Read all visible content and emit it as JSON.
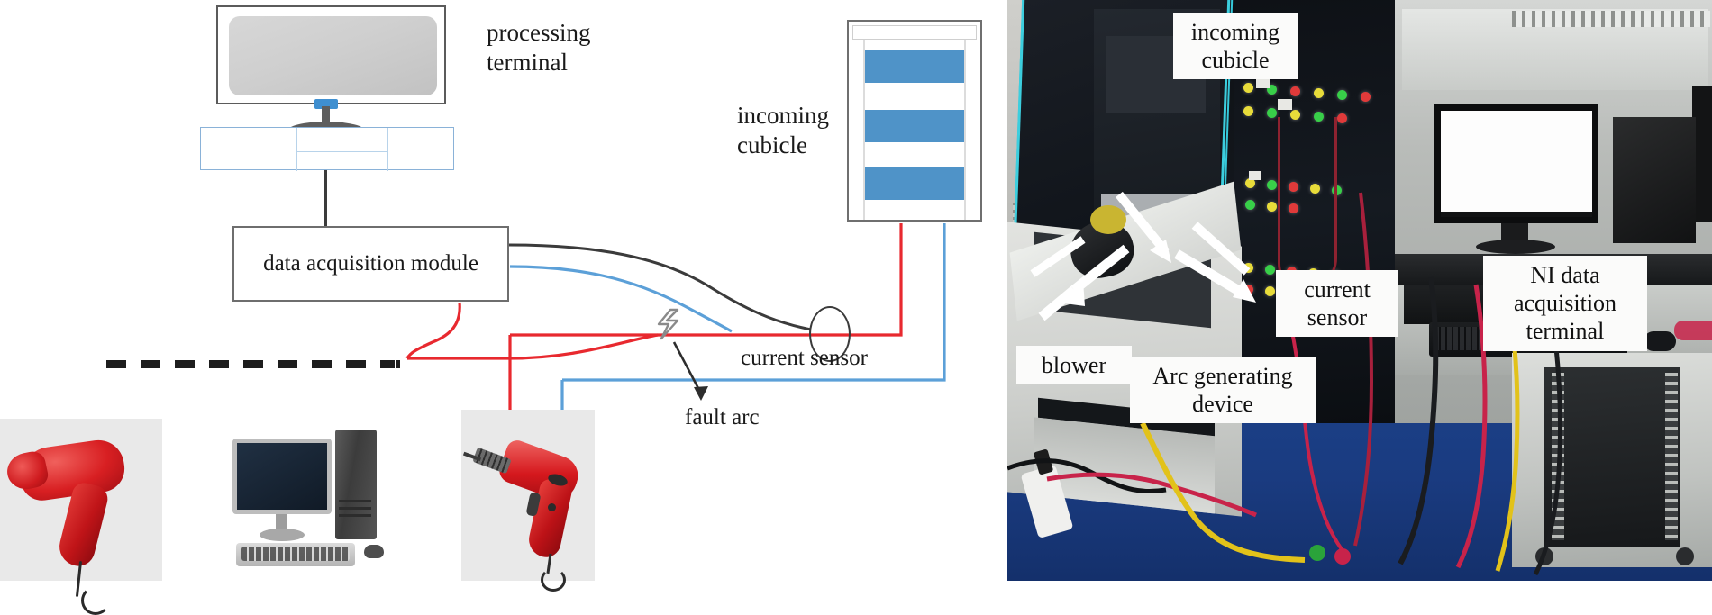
{
  "figure": {
    "type": "experimental-setup-diagram",
    "panels": [
      "schematic",
      "photograph"
    ]
  },
  "schematic": {
    "labels": {
      "processing_terminal": "processing\nterminal",
      "incoming_cubicle": "incoming\ncubicle",
      "data_acquisition_module": "data acquisition module",
      "current_sensor": "current sensor",
      "fault_arc": "fault arc"
    },
    "devices": [
      {
        "name": "hair-dryer",
        "label": ""
      },
      {
        "name": "desktop-computer",
        "label": ""
      },
      {
        "name": "electric-drill",
        "label": ""
      }
    ],
    "wire_colors": {
      "signal_black": "#3b3b3b",
      "live_red": "#e8292f",
      "neutral_blue": "#5ca0d8",
      "cubicle_bar": "#4f93c8",
      "desk_outline": "#8ab2d8"
    }
  },
  "photograph": {
    "callouts": [
      {
        "id": "incoming-cubicle",
        "text": "incoming\ncubicle"
      },
      {
        "id": "blower",
        "text": "blower"
      },
      {
        "id": "current-sensor",
        "text": "current\nsensor"
      },
      {
        "id": "arc-generating-device",
        "text": "Arc generating\ndevice"
      },
      {
        "id": "ni-data-acquisition-terminal",
        "text": "NI data\nacquisition\nterminal"
      }
    ],
    "scene_colors": {
      "floor_blue": "#1b3f86",
      "cabinet_grey": "#cfd1ce",
      "rack_black": "#11141a",
      "accent_cyan": "#3ccede",
      "cable_red": "#c8234a",
      "cable_yellow": "#e2c21a"
    }
  }
}
